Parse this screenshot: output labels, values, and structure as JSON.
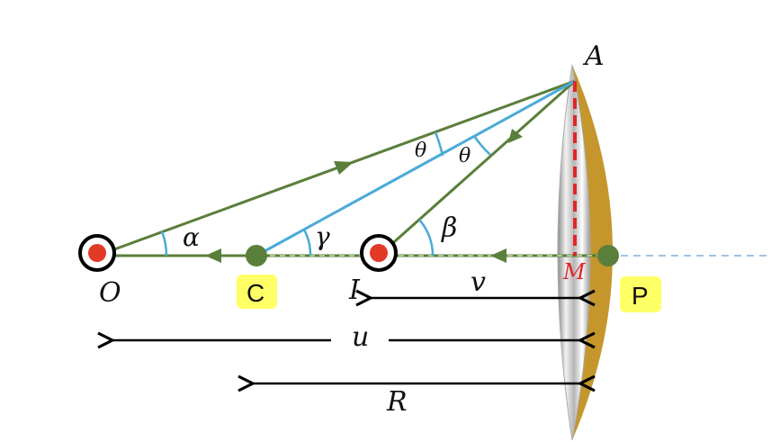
{
  "labels": {
    "point_A": "A",
    "point_O": "O",
    "point_C": "C",
    "point_I": "I",
    "point_M": "M",
    "point_P": "P",
    "dist_v": "v",
    "dist_u": "u",
    "dist_R": "R",
    "angle_alpha": "α",
    "angle_gamma": "γ",
    "angle_beta": "β",
    "angle_theta_1": "θ",
    "angle_theta_2": "θ"
  },
  "colors": {
    "ray": "#5a7f3a",
    "normal": "#4aaad8",
    "axis_dashed": "#9fc3e3",
    "mirror_edge": "#c4962c",
    "height_line": "#e0262b",
    "point_fill": "#e23a26",
    "point_ring": "#000000",
    "label_highlight": "#ffff66",
    "arrow": "#000000"
  }
}
